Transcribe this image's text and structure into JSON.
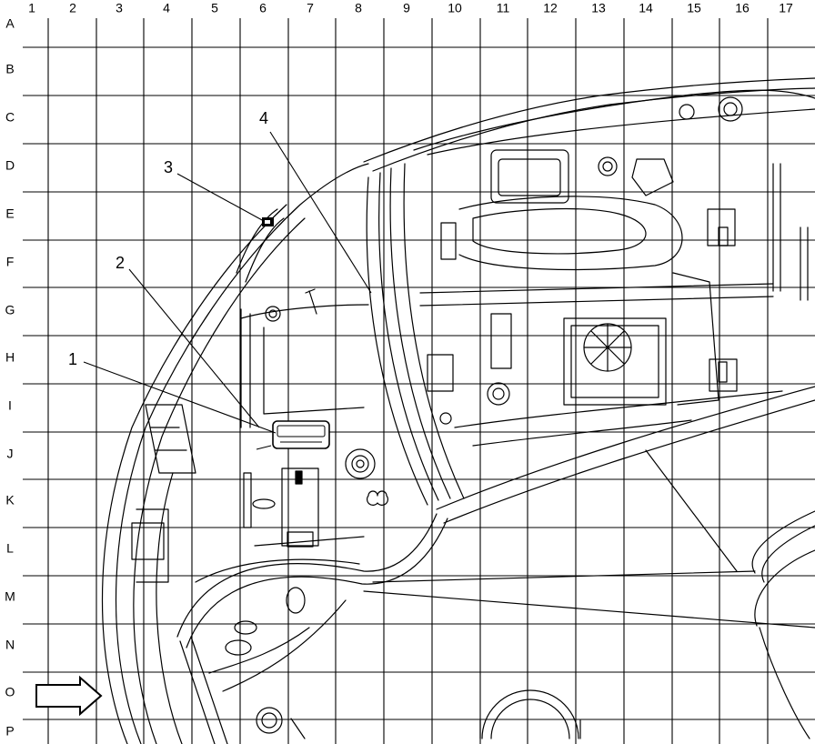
{
  "grid": {
    "columns": [
      "1",
      "2",
      "3",
      "4",
      "5",
      "6",
      "7",
      "8",
      "9",
      "10",
      "11",
      "12",
      "13",
      "14",
      "15",
      "16",
      "17"
    ],
    "rows": [
      "A",
      "B",
      "C",
      "D",
      "E",
      "F",
      "G",
      "H",
      "I",
      "J",
      "K",
      "L",
      "M",
      "N",
      "O",
      "P"
    ]
  },
  "callouts": [
    "1",
    "2",
    "3",
    "4"
  ],
  "icons": {
    "direction_arrow": "right-arrow-icon"
  }
}
